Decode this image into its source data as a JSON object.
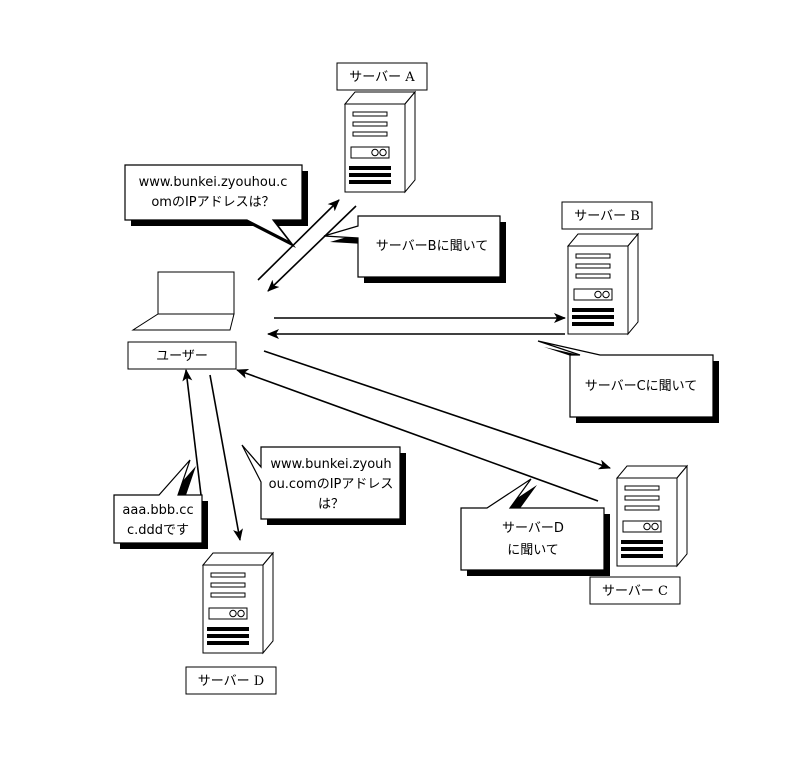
{
  "labels": {
    "server_a": "サーバー A",
    "server_b": "サーバー B",
    "server_c": "サーバー C",
    "server_d": "サーバー D",
    "user": "ユーザー"
  },
  "bubbles": {
    "query_a": [
      "www.bunkei.zyouhou.c",
      "omのIPアドレスは？"
    ],
    "reply_a": [
      "サーバーBに聞いて"
    ],
    "reply_b": [
      "サーバーCに聞いて"
    ],
    "query_d": [
      "www.bunkei.zyouh",
      "ou.comのIPアドレス",
      "は？"
    ],
    "reply_c": [
      "サーバーD",
      "に聞いて"
    ],
    "reply_d": [
      "aaa.bbb.cc",
      "c.dddです"
    ]
  },
  "colors": {
    "stroke": "#000000",
    "fill": "#ffffff",
    "shadow": "#000000"
  }
}
